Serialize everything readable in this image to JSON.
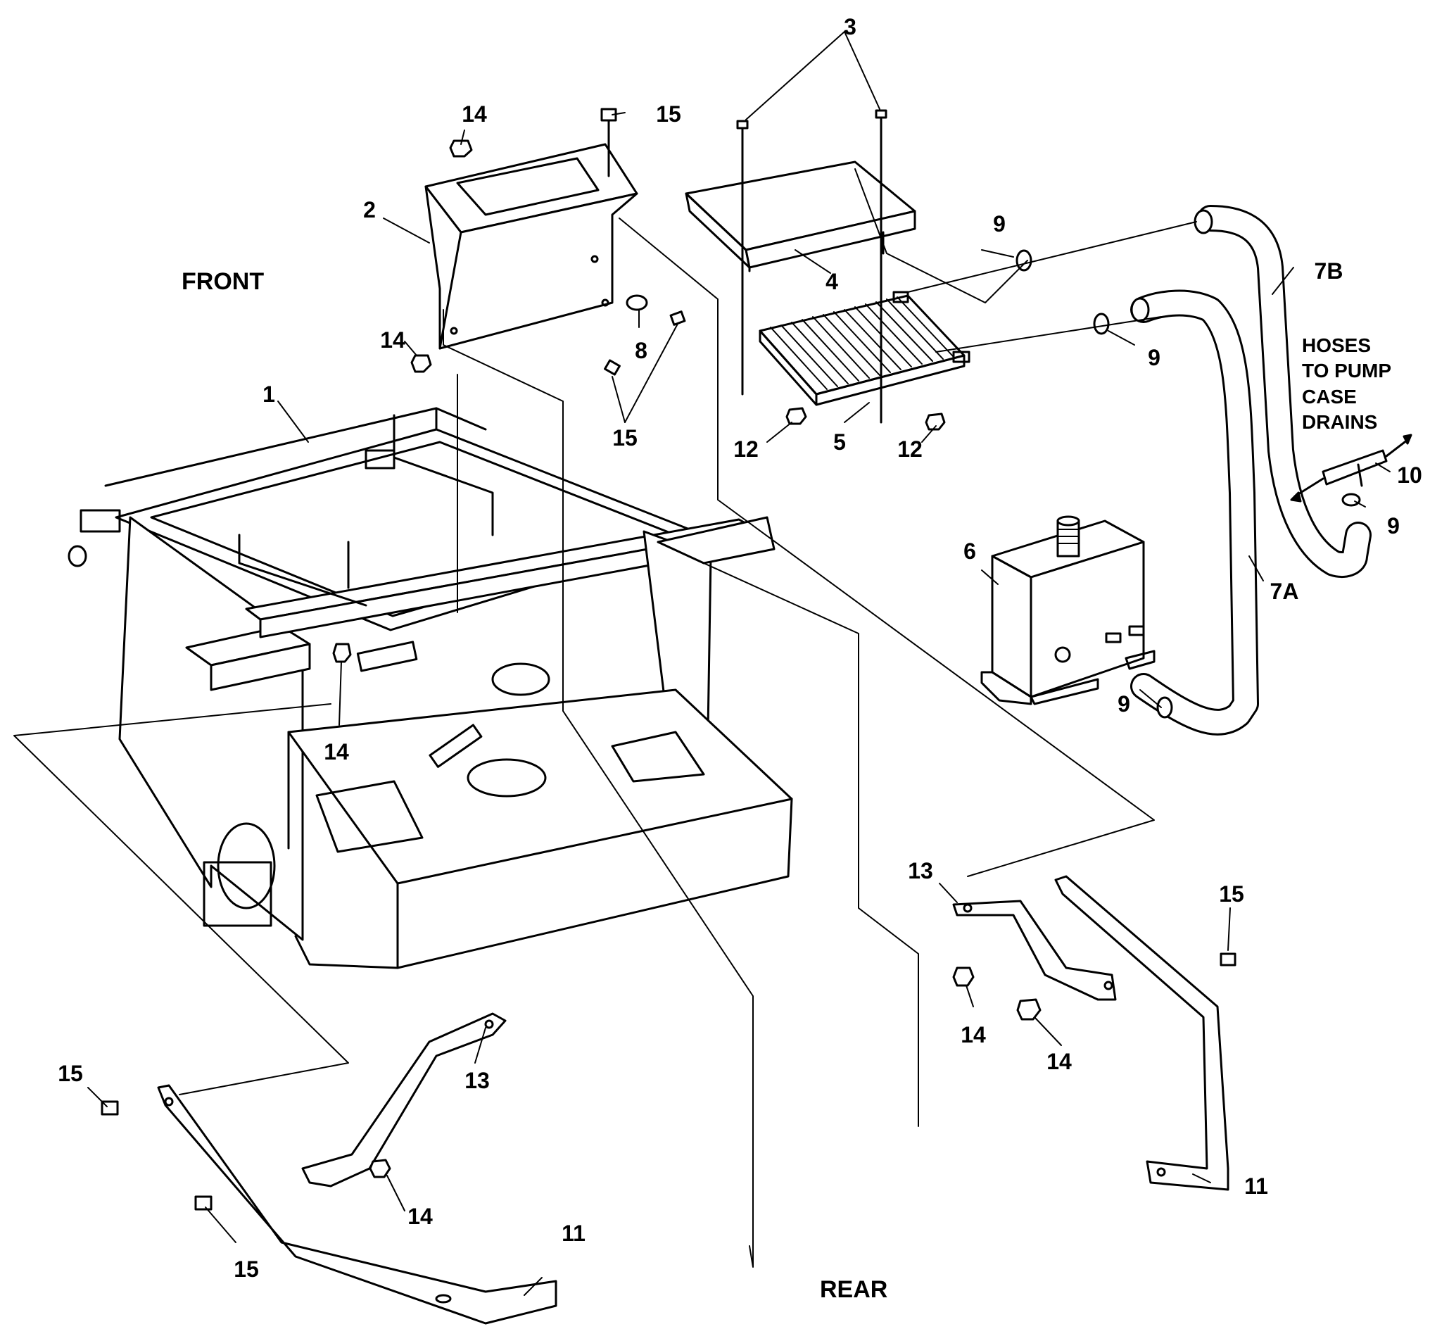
{
  "orientation": {
    "front": "FRONT",
    "rear": "REAR"
  },
  "note": {
    "lines": [
      "HOSES",
      "TO PUMP",
      "CASE",
      "DRAINS"
    ]
  },
  "callouts": {
    "c1": "1",
    "c2": "2",
    "c3": "3",
    "c4": "4",
    "c5": "5",
    "c6": "6",
    "c7a": "7A",
    "c7b": "7B",
    "c8": "8",
    "c9a": "9",
    "c9b": "9",
    "c9c": "9",
    "c9d": "9",
    "c10": "10",
    "c11a": "11",
    "c11b": "11",
    "c12a": "12",
    "c12b": "12",
    "c13a": "13",
    "c13b": "13",
    "c14a": "14",
    "c14b": "14",
    "c14c": "14",
    "c14d": "14",
    "c14e": "14",
    "c15a": "15",
    "c15b": "15",
    "c15c": "15",
    "c15d": "15",
    "c15e": "15"
  },
  "colors": {
    "line": "#000000",
    "background": "#ffffff"
  }
}
